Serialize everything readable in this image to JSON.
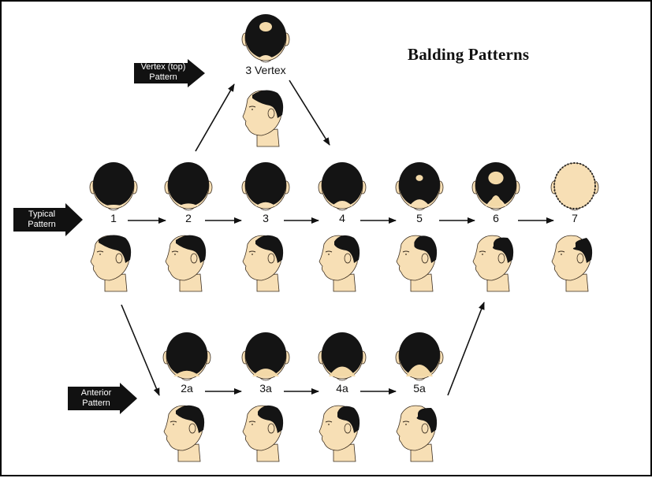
{
  "title": "Balding Patterns",
  "colors": {
    "hair": "#141414",
    "skin": "#f7dfb5",
    "skin_line": "#3a2d1f",
    "callout_bg": "#111111",
    "bald": "#f3d9a8"
  },
  "callouts": [
    {
      "id": "vertex",
      "text": "Vertex (top)\nPattern",
      "icon": "right-arrow-callout-icon"
    },
    {
      "id": "typical",
      "text": "Typical\nPattern",
      "icon": "right-arrow-callout-icon"
    },
    {
      "id": "anterior",
      "text": "Anterior\nPattern",
      "icon": "right-arrow-callout-icon"
    }
  ],
  "stages": [
    {
      "label": "3 Vertex",
      "pattern": "vertex"
    },
    {
      "label": "1",
      "pattern": "typical"
    },
    {
      "label": "2",
      "pattern": "typical"
    },
    {
      "label": "3",
      "pattern": "typical"
    },
    {
      "label": "4",
      "pattern": "typical"
    },
    {
      "label": "5",
      "pattern": "typical"
    },
    {
      "label": "6",
      "pattern": "typical"
    },
    {
      "label": "7",
      "pattern": "typical"
    },
    {
      "label": "2a",
      "pattern": "anterior"
    },
    {
      "label": "3a",
      "pattern": "anterior"
    },
    {
      "label": "4a",
      "pattern": "anterior"
    },
    {
      "label": "5a",
      "pattern": "anterior"
    }
  ]
}
